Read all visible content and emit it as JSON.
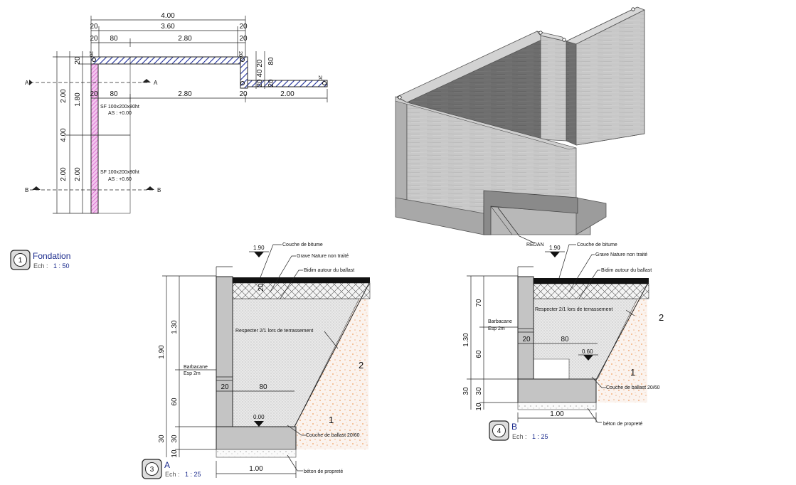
{
  "plan": {
    "top_dims": {
      "total": "4.00",
      "inner": "3.60",
      "w1": "20",
      "w2": "20",
      "s1": "20",
      "s2": "80",
      "s3": "2.80",
      "s4": "20"
    },
    "right_dims": {
      "r1": "20",
      "r2": "40",
      "r3": "20",
      "r4": "80",
      "r5": "20"
    },
    "mid_dims": {
      "m1": "20",
      "m2": "80",
      "m3": "2.80",
      "m4": "20",
      "m5": "2.00"
    },
    "left_dims": {
      "total": "4.00",
      "upper": "2.00",
      "lower": "2.00",
      "c1": "20",
      "c2": "1.80",
      "c3": "2.00"
    },
    "tiny": "20",
    "section_a": "A",
    "section_b": "B",
    "footing_1": {
      "line1": "SF 100x200x80ht",
      "line2": "AS : +0.00"
    },
    "footing_2": {
      "line1": "SF 100x200x80ht",
      "line2": "AS : +0.60"
    }
  },
  "view1": {
    "number": "1",
    "title": "Fondation",
    "scale_label": "Ech :",
    "scale": "1 : 50"
  },
  "view3": {
    "number": "3",
    "title": "A",
    "scale_label": "Ech :",
    "scale": "1 : 25"
  },
  "view4": {
    "number": "4",
    "title": "B",
    "scale_label": "Ech :",
    "scale": "1 : 25"
  },
  "iso": {
    "redan": "REDAN"
  },
  "sec_a": {
    "level_top": "1.90",
    "level_bottom": "0.00",
    "dims": {
      "total": "1.90",
      "upper": "1.30",
      "mid": "60",
      "foot": "30",
      "base": "10",
      "layer": "20",
      "wall": "20",
      "fill": "80",
      "width": "1.00"
    },
    "notes": {
      "bitume": "Couche de bitume",
      "grave": "Grave Nature non traité",
      "bidim": "Bidim autour du ballast",
      "respect": "Respecter 2/1 lors de terrassement",
      "barb1": "Barbacane",
      "barb2": "Esp 2m",
      "ballast": "Couche de ballast 20/60",
      "beton": "béton de propreté"
    },
    "zones": {
      "z1": "1",
      "z2": "2"
    }
  },
  "sec_b": {
    "level_top": "1.90",
    "level_mid": "0.60",
    "dims": {
      "total": "1.30",
      "upper": "70",
      "mid": "60",
      "foot": "30",
      "base": "10",
      "wall": "20",
      "fill": "80",
      "width": "1.00"
    },
    "notes": {
      "bitume": "Couche de bitume",
      "grave": "Grave Nature non traité",
      "bidim": "Bidim autour du ballast",
      "respect": "Respecter 2/1 lors de terrassement",
      "barb1": "Barbacane",
      "barb2": "Esp 2m",
      "ballast": "Couche de ballast 20/60",
      "beton": "béton de propreté"
    },
    "zones": {
      "z1": "1",
      "z2": "2"
    }
  },
  "colors": {
    "hatch_blue": "#1f2f9a",
    "wall_pink": "#e27ad6",
    "concrete": "#b9b9b9",
    "sand": "#e8833a",
    "black": "#111111"
  }
}
